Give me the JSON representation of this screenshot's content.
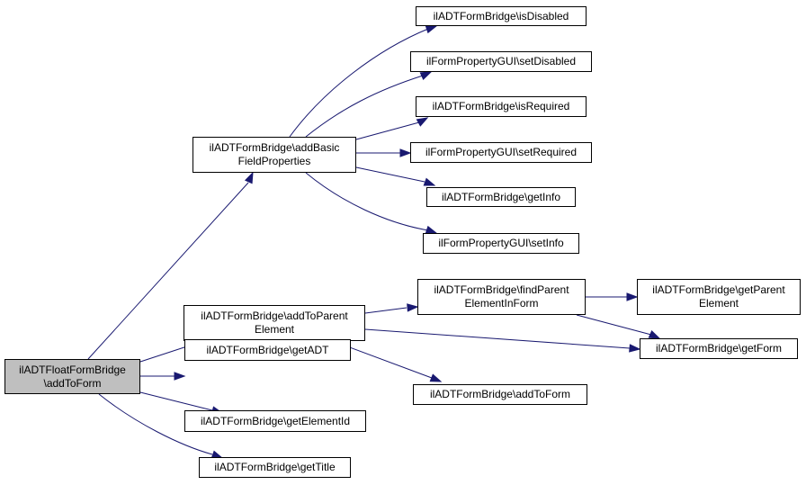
{
  "colors": {
    "edge": "#191970",
    "node_border": "#000000",
    "root_fill": "#bfbfbf",
    "node_fill": "#ffffff"
  },
  "nodes": {
    "root": {
      "lines": [
        "ilADTFloatFormBridge",
        "\\addToForm"
      ]
    },
    "addBasic": {
      "lines": [
        "ilADTFormBridge\\addBasic",
        "FieldProperties"
      ]
    },
    "isDisabled": {
      "lines": [
        "ilADTFormBridge\\isDisabled"
      ]
    },
    "setDisabled": {
      "lines": [
        "ilFormPropertyGUI\\setDisabled"
      ]
    },
    "isRequired": {
      "lines": [
        "ilADTFormBridge\\isRequired"
      ]
    },
    "setRequired": {
      "lines": [
        "ilFormPropertyGUI\\setRequired"
      ]
    },
    "getInfo": {
      "lines": [
        "ilADTFormBridge\\getInfo"
      ]
    },
    "setInfo": {
      "lines": [
        "ilFormPropertyGUI\\setInfo"
      ]
    },
    "addToParent": {
      "lines": [
        "ilADTFormBridge\\addToParent",
        "Element"
      ]
    },
    "findParent": {
      "lines": [
        "ilADTFormBridge\\findParent",
        "ElementInForm"
      ]
    },
    "getParentEl": {
      "lines": [
        "ilADTFormBridge\\getParent",
        "Element"
      ]
    },
    "getForm": {
      "lines": [
        "ilADTFormBridge\\getForm"
      ]
    },
    "addToForm": {
      "lines": [
        "ilADTFormBridge\\addToForm"
      ]
    },
    "getADT": {
      "lines": [
        "ilADTFormBridge\\getADT"
      ]
    },
    "getElementId": {
      "lines": [
        "ilADTFormBridge\\getElementId"
      ]
    },
    "getTitle": {
      "lines": [
        "ilADTFormBridge\\getTitle"
      ]
    }
  },
  "edges": [
    [
      "root",
      "addBasic"
    ],
    [
      "root",
      "addToParent"
    ],
    [
      "root",
      "getADT"
    ],
    [
      "root",
      "getElementId"
    ],
    [
      "root",
      "getTitle"
    ],
    [
      "addBasic",
      "isDisabled"
    ],
    [
      "addBasic",
      "setDisabled"
    ],
    [
      "addBasic",
      "isRequired"
    ],
    [
      "addBasic",
      "setRequired"
    ],
    [
      "addBasic",
      "getInfo"
    ],
    [
      "addBasic",
      "setInfo"
    ],
    [
      "addToParent",
      "findParent"
    ],
    [
      "addToParent",
      "getForm"
    ],
    [
      "addToParent",
      "addToForm"
    ],
    [
      "findParent",
      "getParentEl"
    ],
    [
      "findParent",
      "getForm"
    ]
  ]
}
